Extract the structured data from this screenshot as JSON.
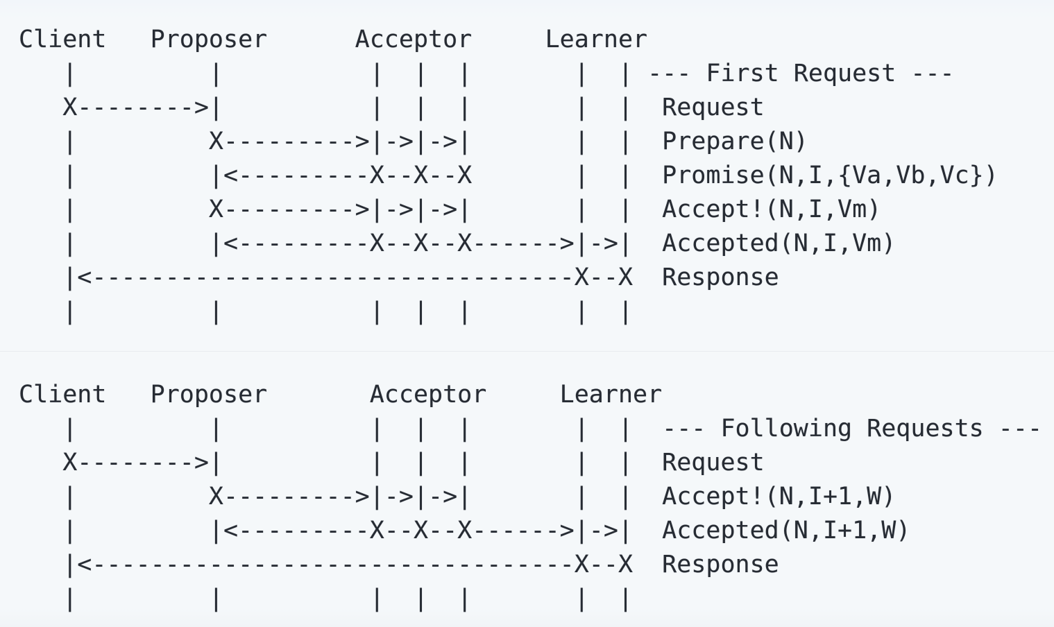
{
  "page": {
    "background_color": "#f5f8fa",
    "text_color": "#262b33",
    "divider_color": "#e8ebef"
  },
  "diagram": {
    "actors": [
      "Client",
      "Proposer",
      "Acceptor",
      "Learner"
    ],
    "blocks": [
      {
        "title": "--- First Request ---",
        "messages": [
          "Request",
          "Prepare(N)",
          "Promise(N,I,{Va,Vb,Vc})",
          "Accept!(N,I,Vm)",
          "Accepted(N,I,Vm)",
          "Response"
        ],
        "ascii_lines": [
          "Client   Proposer      Acceptor     Learner",
          "   |         |          |  |  |       |  | --- First Request ---",
          "   X-------->|          |  |  |       |  |  Request",
          "   |         X--------->|->|->|       |  |  Prepare(N)",
          "   |         |<---------X--X--X       |  |  Promise(N,I,{Va,Vb,Vc})",
          "   |         X--------->|->|->|       |  |  Accept!(N,I,Vm)",
          "   |         |<---------X--X--X------>|->|  Accepted(N,I,Vm)",
          "   |<---------------------------------X--X  Response",
          "   |         |          |  |  |       |  |"
        ]
      },
      {
        "title": "--- Following Requests ---",
        "messages": [
          "Request",
          "Accept!(N,I+1,W)",
          "Accepted(N,I+1,W)",
          "Response"
        ],
        "ascii_lines": [
          "Client   Proposer       Acceptor     Learner",
          "   |         |          |  |  |       |  |  --- Following Requests ---",
          "   X-------->|          |  |  |       |  |  Request",
          "   |         X--------->|->|->|       |  |  Accept!(N,I+1,W)",
          "   |         |<---------X--X--X------>|->|  Accepted(N,I+1,W)",
          "   |<---------------------------------X--X  Response",
          "   |         |          |  |  |       |  |"
        ]
      }
    ]
  }
}
